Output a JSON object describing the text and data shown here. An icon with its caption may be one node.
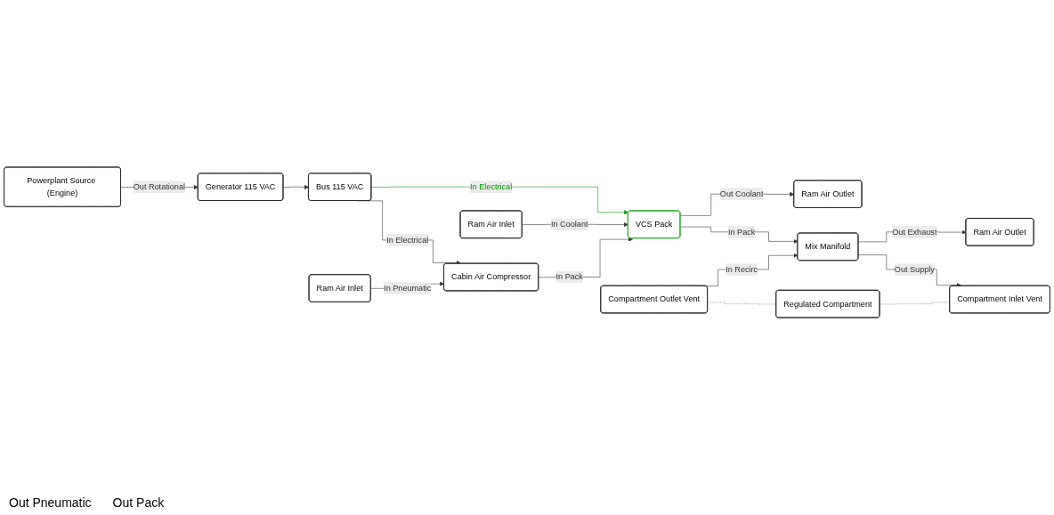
{
  "diagram": {
    "nodes": [
      {
        "text": [
          "Powerplant Source (Engine)"
        ]
      },
      {
        "text": [
          "Generator 115 VAC"
        ]
      },
      {
        "text": [
          "Bus 115 VAC"
        ]
      },
      {
        "text": [
          "Cabin Air Compressor"
        ]
      },
      {
        "text": [
          "Ram Air Inlet"
        ]
      },
      {
        "text": [
          "VCS Pack"
        ]
      },
      {
        "text": [
          "Ram Air Outlet"
        ]
      },
      {
        "text": [
          "Ram Air Outlet"
        ]
      },
      {
        "text": [
          "Mix Manifold"
        ]
      },
      {
        "text": [
          "Ram Air Inlet"
        ]
      },
      {
        "text": [
          "Compartment Outlet Vent"
        ]
      },
      {
        "text": [
          "Regulated Compartment"
        ]
      },
      {
        "text": [
          "Compartment Inlet Vent"
        ]
      }
    ],
    "edges": [
      {
        "from": 0,
        "to": 1,
        "arrow": "to",
        "label": "Out Rotational"
      },
      {
        "from": 1,
        "to": 2,
        "arrow": "to"
      },
      {
        "from": 2,
        "to": 3,
        "arrow": "to",
        "label": "In Electrical"
      },
      {
        "from": 2,
        "to": 5,
        "arrow": "to",
        "label": "In Electrical",
        "color": "#009900"
      },
      {
        "from": 9,
        "to": 3,
        "arrow": "to",
        "label": "In Pneumatic"
      },
      {
        "from": 4,
        "to": 5,
        "arrow": "to",
        "label": "In Coolant"
      },
      {
        "from": 3,
        "to": 5,
        "arrow": "to",
        "label": "In Pack"
      },
      {
        "from": 5,
        "to": 6,
        "arrow": "to",
        "label": "Out Coolant"
      },
      {
        "from": 5,
        "to": 8,
        "arrow": "to",
        "label": "In Pack"
      },
      {
        "from": 8,
        "to": 7,
        "arrow": "to",
        "label": "Out Exhaust"
      },
      {
        "from": 8,
        "to": 12,
        "arrow": "to",
        "label": "Out Supply"
      },
      {
        "from": 10,
        "to": 8,
        "arrow": "to",
        "label": "In Recirc"
      },
      {
        "from": 10,
        "to": 11,
        "arrow": "none",
        "style": "dashed"
      },
      {
        "from": 11,
        "to": 12,
        "arrow": "none",
        "style": "dashed"
      }
    ],
    "labels": [
      "Out Pneumatic",
      "Out Pack"
    ]
  }
}
